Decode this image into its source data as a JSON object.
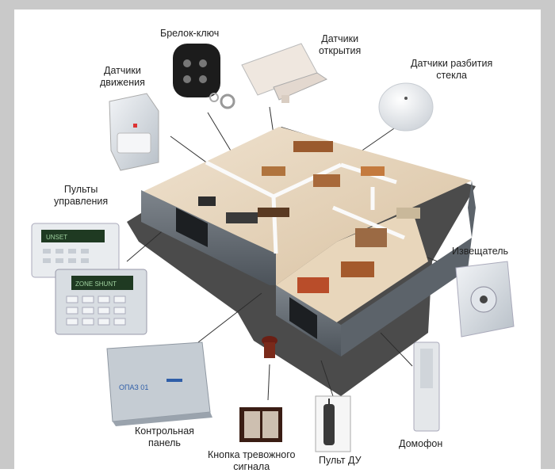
{
  "labels": {
    "keyfob": "Брелок-ключ",
    "door_sensor": [
      "Датчики",
      "открытия"
    ],
    "motion_sensor": [
      "Датчики",
      "движения"
    ],
    "glass_sensor": [
      "Датчики разбития",
      "стекла"
    ],
    "keypads": [
      "Пульты",
      "управления"
    ],
    "siren": "Извещатель",
    "control_panel": [
      "Контрольная",
      "панель"
    ],
    "panic_button": [
      "Кнопка тревожного",
      "сигнала"
    ],
    "remote": "Пульт ДУ",
    "intercom": "Домофон"
  },
  "devices": {
    "control_panel_brand": "ОПАЗ 01",
    "keypad_top_display": "UNSET",
    "keypad_bottom_display": "ZONE SHUNT"
  }
}
